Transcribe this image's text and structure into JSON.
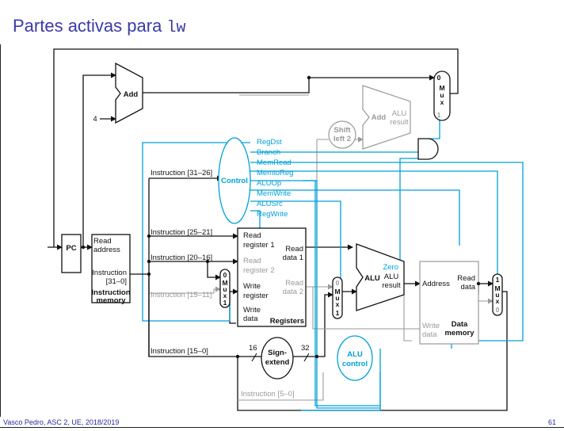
{
  "slide": {
    "title_text": "Partes activas para ",
    "title_code": "lw",
    "footer_left": "Vasco Pedro, ASC 2, UE, 2018/2019",
    "page_number": "61"
  },
  "diagram": {
    "pc": "PC",
    "add": "Add",
    "four": "4",
    "add_alu": "Add",
    "add_alu_result_1": "ALU",
    "add_alu_result_2": "result",
    "shift_1": "Shift",
    "shift_2": "left 2",
    "control": "Control",
    "control_signals": [
      "RegDst",
      "Branch",
      "MemRead",
      "MemtoReg",
      "ALUOp",
      "MemWrite",
      "ALUSrc",
      "RegWrite"
    ],
    "imem_read_1": "Read",
    "imem_read_2": "address",
    "imem_instr_1": "Instruction",
    "imem_instr_2": "[31–0]",
    "imem_name_1": "Instruction",
    "imem_name_2": "memory",
    "instr_31_26": "Instruction [31–26]",
    "instr_25_21": "Instruction [25–21]",
    "instr_20_16": "Instruction [20–16]",
    "instr_15_11": "Instruction [15–11]",
    "instr_15_0": "Instruction [15–0]",
    "instr_5_0": "Instruction [5–0]",
    "reg_read1_1": "Read",
    "reg_read1_2": "register 1",
    "reg_read2_1": "Read",
    "reg_read2_2": "register 2",
    "reg_write_1": "Write",
    "reg_write_2": "register",
    "reg_wdata_1": "Write",
    "reg_wdata_2": "data",
    "reg_rdata1_1": "Read",
    "reg_rdata1_2": "data 1",
    "reg_rdata2_1": "Read",
    "reg_rdata2_2": "data 2",
    "registers": "Registers",
    "alu": "ALU",
    "alu_result_1": "ALU",
    "alu_result_2": "result",
    "zero": "Zero",
    "alu_control_1": "ALU",
    "alu_control_2": "control",
    "sign_1": "Sign-",
    "sign_2": "extend",
    "bits_16": "16",
    "bits_32": "32",
    "dmem_address": "Address",
    "dmem_read_1": "Read",
    "dmem_read_2": "data",
    "dmem_write_1": "Write",
    "dmem_write_2": "data",
    "dmem_name_1": "Data",
    "dmem_name_2": "memory",
    "mux_m": "M",
    "mux_u": "u",
    "mux_x": "x",
    "mux_0": "0",
    "mux_1": "1"
  },
  "colors": {
    "control_blue": "#00a0d8",
    "inactive_gray": "#9a9a9a",
    "title_blue": "#3a3aa8"
  }
}
